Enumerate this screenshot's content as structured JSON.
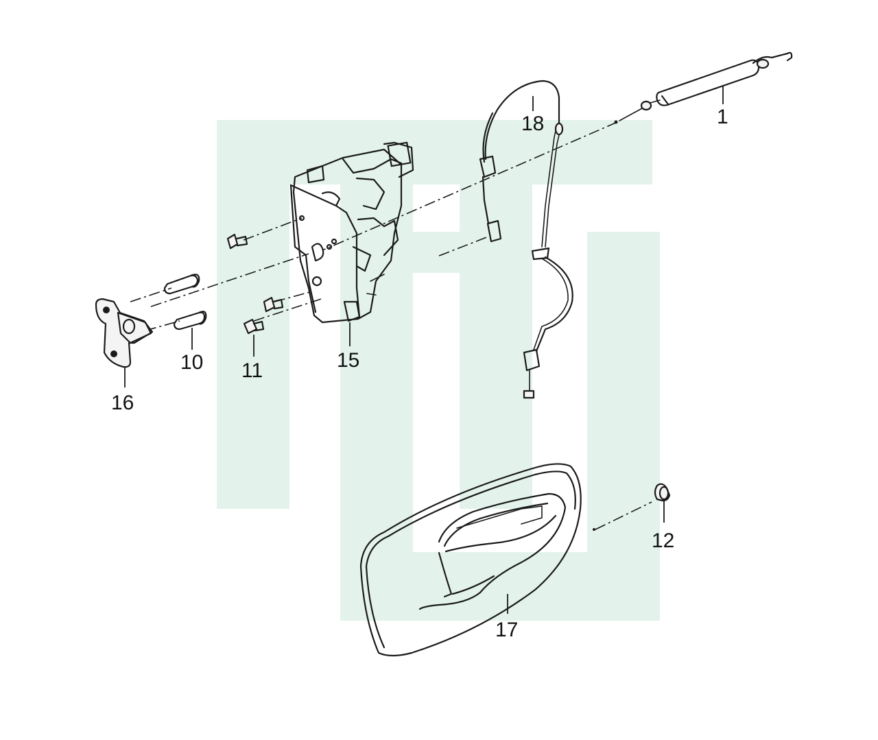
{
  "watermark": {
    "color": "#e3f3ec"
  },
  "callouts": {
    "c1": "1",
    "c10": "10",
    "c11": "11",
    "c12": "12",
    "c15": "15",
    "c16": "16",
    "c17": "17",
    "c18": "18"
  },
  "colors": {
    "line": "#1a1a1a",
    "background": "#ffffff"
  }
}
